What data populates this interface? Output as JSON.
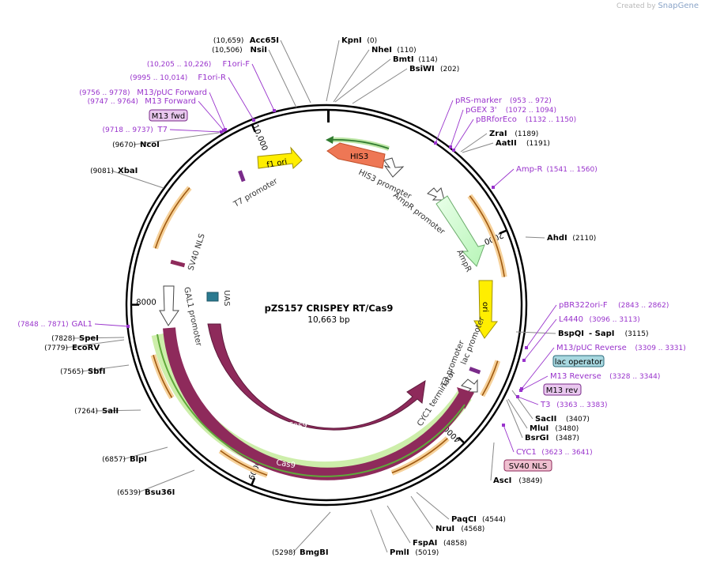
{
  "credit": {
    "prefix": "Created by",
    "brand": "SnapGene"
  },
  "plasmid": {
    "name": "pZS157 CRISPEY RT/Cas9",
    "size": "10,663 bp",
    "length": 10663
  },
  "colors": {
    "enzyme": "#000000",
    "primer": "#9933cc",
    "feature_label": "#333333",
    "orange": "#e8a040",
    "green": "#7cc24a",
    "magenta": "#8e2a5b",
    "yellow": "#ffee00",
    "salmon": "#ee7755",
    "mint": "#ccffcc",
    "teal": "#2a7a90",
    "violet": "#7a2b8a",
    "white": "#ffffff"
  },
  "ticks": [
    {
      "pos": 2000,
      "label": "2000"
    },
    {
      "pos": 4000,
      "label": "4000"
    },
    {
      "pos": 6000,
      "label": "6000"
    },
    {
      "pos": 8000,
      "label": "8000"
    },
    {
      "pos": 10000,
      "label": "10,000"
    }
  ],
  "enzymes": [
    {
      "pos": 10659,
      "name": "Acc65I",
      "site": "(10,659)"
    },
    {
      "pos": 10506,
      "name": "NsiI",
      "site": "(10,506)"
    },
    {
      "pos": 0,
      "name": "KpnI",
      "site": "(0)"
    },
    {
      "pos": 110,
      "name": "NheI",
      "site": "(110)"
    },
    {
      "pos": 114,
      "name": "BmtI",
      "site": "(114)"
    },
    {
      "pos": 202,
      "name": "BsiWI",
      "site": "(202)"
    },
    {
      "pos": 1189,
      "name": "ZraI",
      "site": "(1189)"
    },
    {
      "pos": 1191,
      "name": "AatII",
      "site": "(1191)"
    },
    {
      "pos": 2110,
      "name": "AhdI",
      "site": "(2110)"
    },
    {
      "pos": 3115,
      "name": "BspQI",
      "extra": "- SapI",
      "site": "(3115)"
    },
    {
      "pos": 3407,
      "name": "SacII",
      "site": "(3407)"
    },
    {
      "pos": 3480,
      "name": "MluI",
      "site": "(3480)"
    },
    {
      "pos": 3487,
      "name": "BsrGI",
      "site": "(3487)"
    },
    {
      "pos": 3849,
      "name": "AscI",
      "site": "(3849)"
    },
    {
      "pos": 4544,
      "name": "PaqCI",
      "site": "(4544)"
    },
    {
      "pos": 4568,
      "name": "NruI",
      "site": "(4568)"
    },
    {
      "pos": 4858,
      "name": "FspAI",
      "site": "(4858)"
    },
    {
      "pos": 5019,
      "name": "PmlI",
      "site": "(5019)"
    },
    {
      "pos": 5298,
      "name": "BmgBI",
      "site": "(5298)"
    },
    {
      "pos": 6539,
      "name": "Bsu36I",
      "site": "(6539)"
    },
    {
      "pos": 6857,
      "name": "BlpI",
      "site": "(6857)"
    },
    {
      "pos": 7264,
      "name": "SalI",
      "site": "(7264)"
    },
    {
      "pos": 7565,
      "name": "SbfI",
      "site": "(7565)"
    },
    {
      "pos": 7779,
      "name": "EcoRV",
      "site": "(7779)"
    },
    {
      "pos": 7828,
      "name": "SpeI",
      "site": "(7828)"
    },
    {
      "pos": 9081,
      "name": "XbaI",
      "site": "(9081)"
    },
    {
      "pos": 9670,
      "name": "NcoI",
      "site": "(9670)"
    }
  ],
  "primers": [
    {
      "pos": 10215,
      "name": "F1ori-F",
      "range": "(10,205 .. 10,226)"
    },
    {
      "pos": 10004,
      "name": "F1ori-R",
      "range": "(9995 .. 10,014)"
    },
    {
      "pos": 9767,
      "name": "M13/pUC Forward",
      "range": "(9756 .. 9778)"
    },
    {
      "pos": 9755,
      "name": "M13 Forward",
      "range": "(9747 .. 9764)"
    },
    {
      "pos": 9728,
      "name": "T7",
      "range": "(9718 .. 9737)"
    },
    {
      "pos": 962,
      "name": "pRS-marker",
      "range": "(953 .. 972)"
    },
    {
      "pos": 1083,
      "name": "pGEX 3'",
      "range": "(1072 .. 1094)"
    },
    {
      "pos": 1141,
      "name": "pBRforEco",
      "range": "(1132 .. 1150)"
    },
    {
      "pos": 1550,
      "name": "Amp-R",
      "range": "(1541 .. 1560)"
    },
    {
      "pos": 2852,
      "name": "pBR322ori-F",
      "range": "(2843 .. 2862)"
    },
    {
      "pos": 3104,
      "name": "L4440",
      "range": "(3096 .. 3113)"
    },
    {
      "pos": 3320,
      "name": "M13/pUC Reverse",
      "range": "(3309 .. 3331)"
    },
    {
      "pos": 3336,
      "name": "M13 Reverse",
      "range": "(3328 .. 3344)"
    },
    {
      "pos": 3373,
      "name": "T3",
      "range": "(3363 .. 3383)"
    },
    {
      "pos": 3632,
      "name": "CYC1",
      "range": "(3623 .. 3641)"
    },
    {
      "pos": 7860,
      "name": "GAL1",
      "range": "(7848 .. 7871)"
    }
  ],
  "boxed_labels": [
    {
      "name": "M13 fwd",
      "kind": "primer"
    },
    {
      "name": "lac operator",
      "kind": "operator"
    },
    {
      "name": "M13 rev",
      "kind": "primer"
    },
    {
      "name": "SV40 NLS",
      "kind": "nls"
    }
  ],
  "features": [
    {
      "name": "f1 ori",
      "kind": "yellow"
    },
    {
      "name": "HIS3",
      "kind": "salmon"
    },
    {
      "name": "HIS3 promoter",
      "kind": "promoter"
    },
    {
      "name": "AmpR promoter",
      "kind": "promoter"
    },
    {
      "name": "AmpR",
      "kind": "mint"
    },
    {
      "name": "ori",
      "kind": "yellow"
    },
    {
      "name": "T7 promoter",
      "kind": "promoter"
    },
    {
      "name": "SV40 NLS",
      "kind": "nls"
    },
    {
      "name": "GAL1 promoter",
      "kind": "promoter"
    },
    {
      "name": "UAS",
      "kind": "teal"
    },
    {
      "name": "Cas9",
      "kind": "cds"
    },
    {
      "name": "Cas9",
      "kind": "cds"
    },
    {
      "name": "T3 promoter",
      "kind": "promoter"
    },
    {
      "name": "lac promoter",
      "kind": "promoter"
    },
    {
      "name": "CYC1 terminator",
      "kind": "terminator"
    }
  ]
}
